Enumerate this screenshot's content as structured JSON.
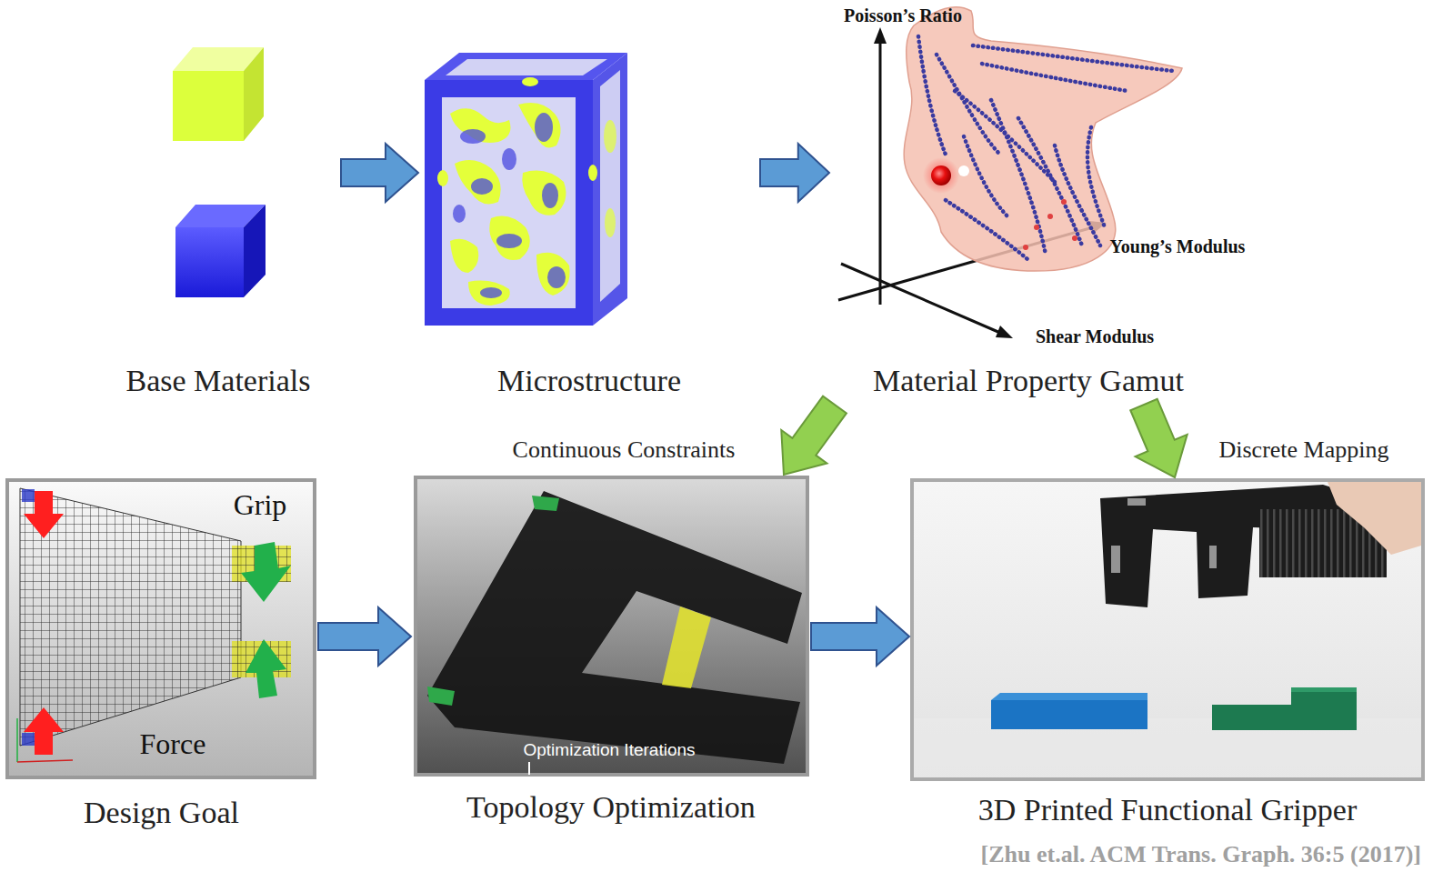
{
  "diagram": {
    "nodes": [
      {
        "text": [
          "Base Materials"
        ]
      },
      {
        "text": [
          "Microstructure"
        ]
      },
      {
        "text": [
          "Material Property Gamut"
        ]
      },
      {
        "text": [
          "Design Goal"
        ]
      },
      {
        "text": [
          "Topology Optimization"
        ]
      },
      {
        "text": [
          "3D Printed Functional Gripper"
        ]
      }
    ],
    "edges": [
      {
        "from": 0,
        "to": 1,
        "arrow": "to"
      },
      {
        "from": 1,
        "to": 2,
        "arrow": "to"
      },
      {
        "from": 2,
        "to": 4,
        "label": "Continuous Constraints",
        "arrow": "to"
      },
      {
        "from": 2,
        "to": 5,
        "label": "Discrete Mapping",
        "arrow": "to"
      },
      {
        "from": 3,
        "to": 4,
        "arrow": "to"
      },
      {
        "from": 4,
        "to": 5,
        "arrow": "to"
      }
    ],
    "labels": [
      "Poisson’s Ratio",
      "Young’s Modulus",
      "Shear Modulus",
      "Grip",
      "Force",
      "Optimization Iterations",
      "[Zhu et.al. ACM Trans. Graph. 36:5 (2017)]"
    ]
  }
}
